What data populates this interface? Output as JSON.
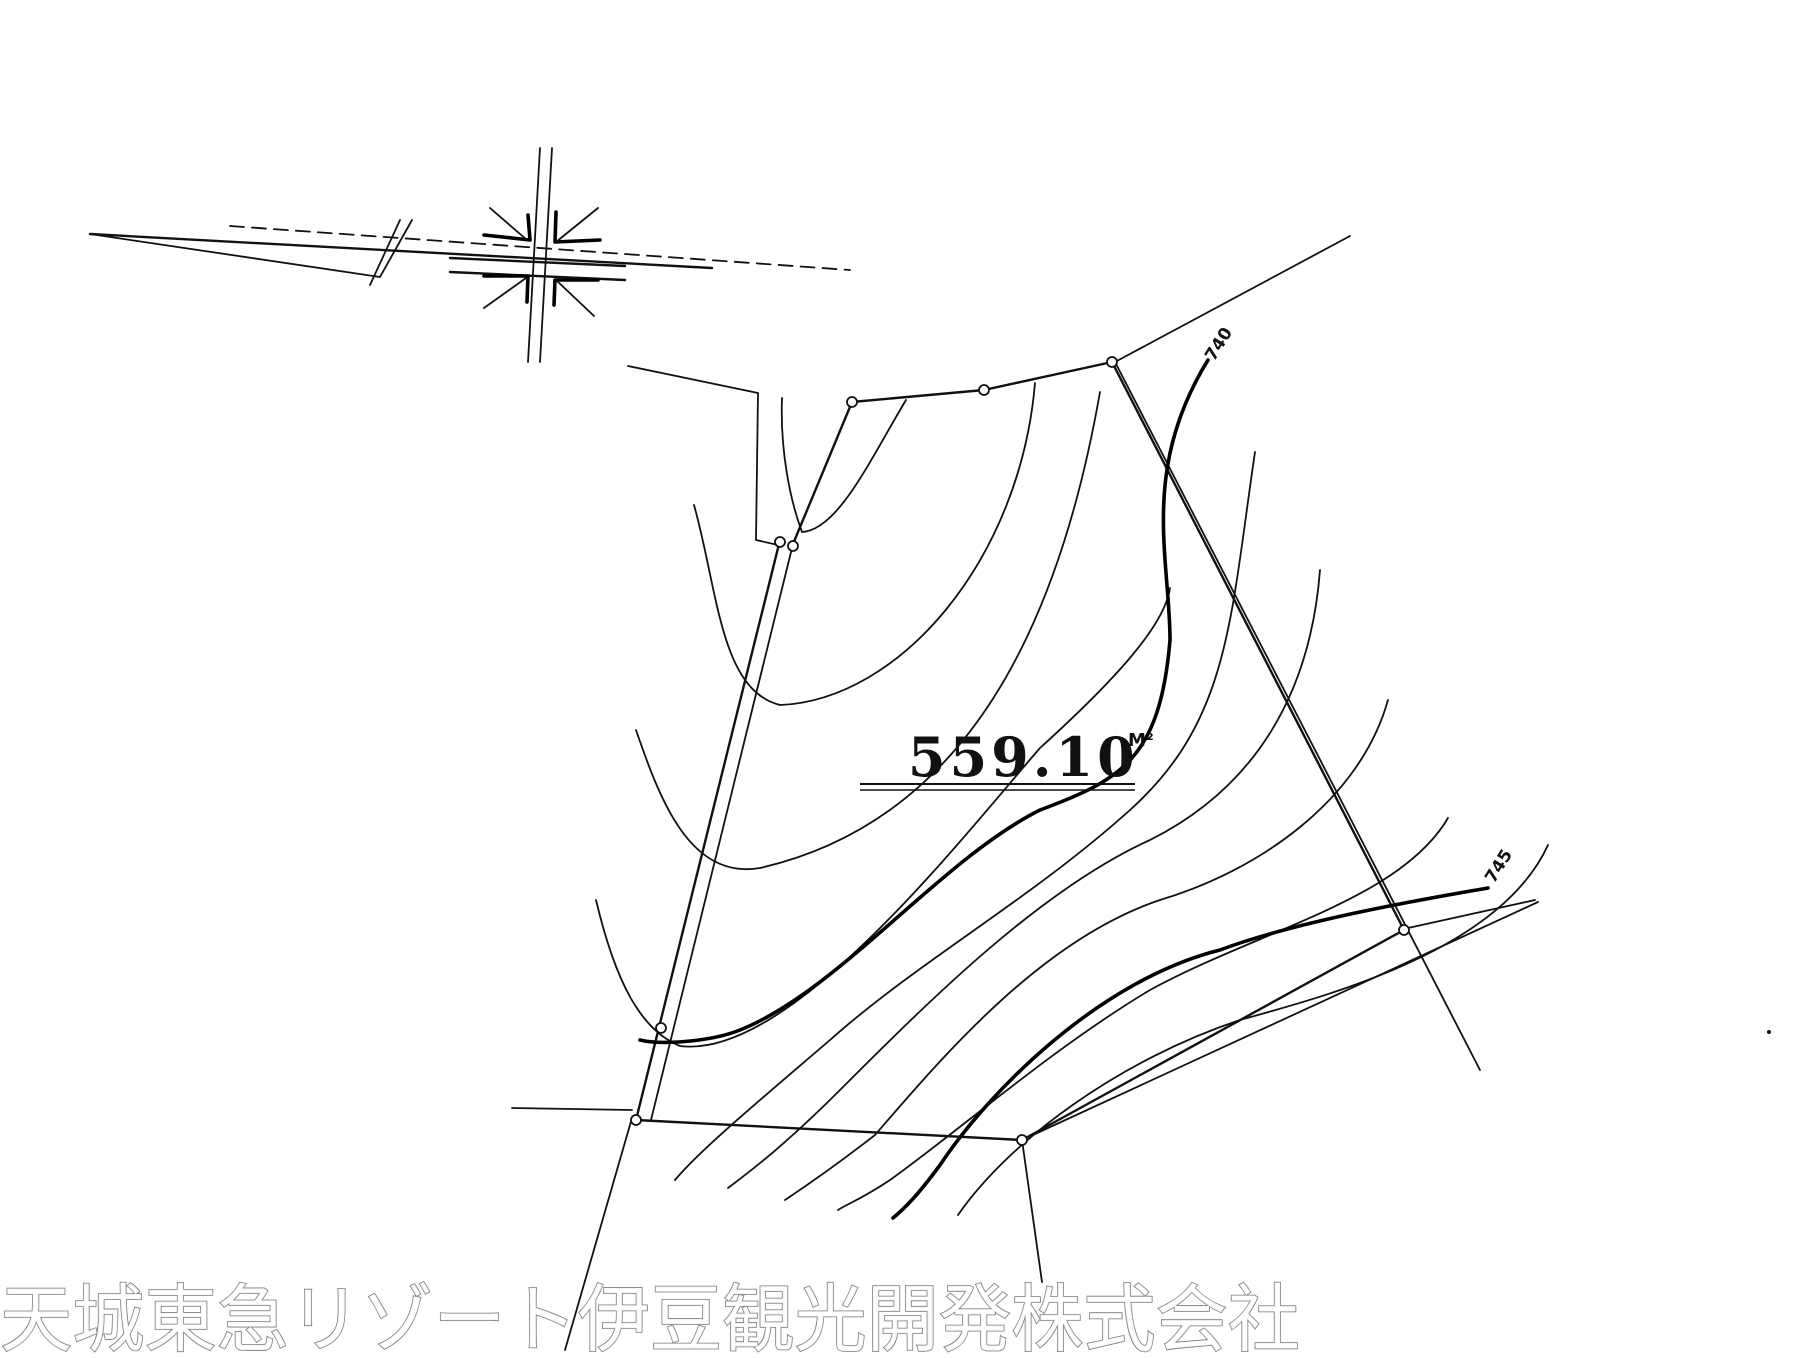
{
  "map": {
    "area_value": "559.10",
    "area_unit": "M²",
    "contour_labels": [
      "740",
      "745"
    ]
  },
  "watermark": "天城東急リゾート伊豆観光開発株式会社"
}
